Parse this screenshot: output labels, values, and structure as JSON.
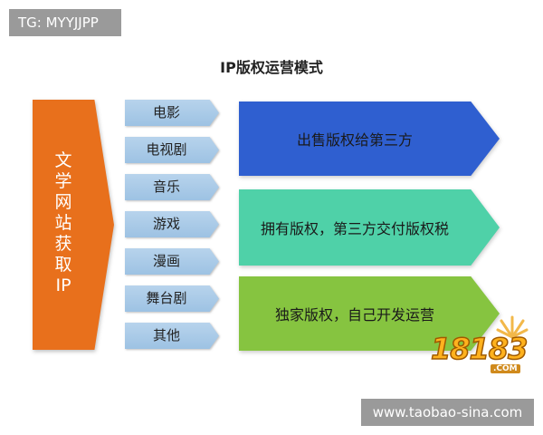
{
  "watermark_top": "TG: MYYJJPP",
  "title": "IP版权运营模式",
  "source": {
    "chars": [
      "文",
      "学",
      "网",
      "站",
      "获",
      "取",
      "IP"
    ]
  },
  "categories": [
    "电影",
    "电视剧",
    "音乐",
    "游戏",
    "漫画",
    "舞台剧",
    "其他"
  ],
  "modes": [
    {
      "label": "出售版权给第三方",
      "color": "#2f5fd0"
    },
    {
      "label": "拥有版权，第三方交付版权税",
      "color": "#4fd1a8"
    },
    {
      "label": "独家版权，自己开发运营",
      "color": "#86c440"
    }
  ],
  "colors": {
    "source_arrow": "#e8701c",
    "category_arrow": "#a8c9e8"
  },
  "logo": {
    "number": "18183",
    "suffix": ".COM"
  },
  "watermark_bottom": "www.taobao-sina.com"
}
